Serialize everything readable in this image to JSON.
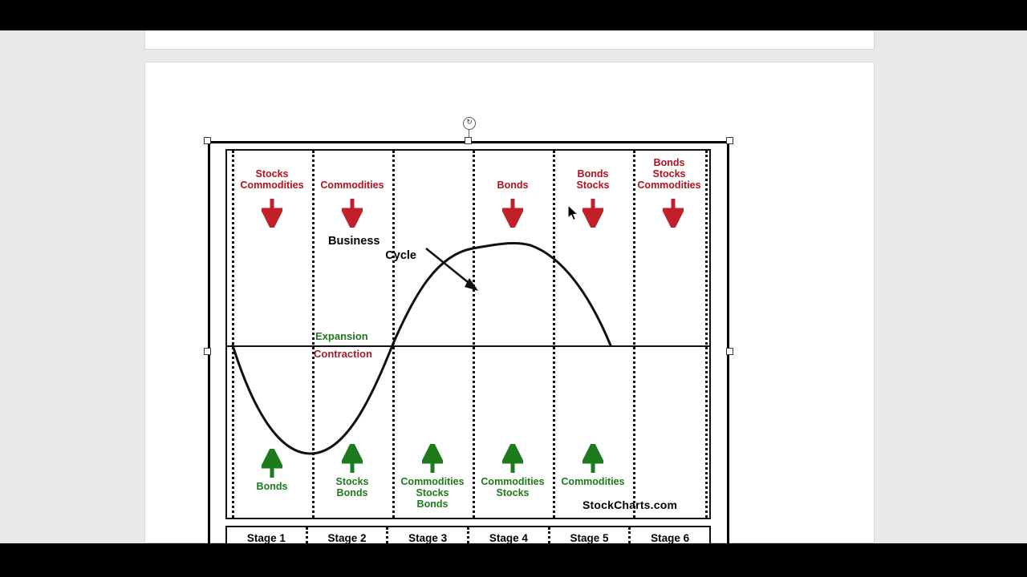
{
  "app": {
    "background_color": "#e9e9e9",
    "slide_background": "#ffffff"
  },
  "selection": {
    "rotate_handle_glyph": "↻",
    "handles": [
      "top-left",
      "top-center",
      "top-right",
      "middle-left",
      "middle-right"
    ]
  },
  "chart_data": {
    "type": "line",
    "title": "Business Cycle",
    "annotation": "Business\nCycle",
    "watermark": "StockCharts.com",
    "xlabel": "",
    "ylabel": "",
    "grid": false,
    "legend_position": "none",
    "zone_labels": {
      "above": "Expansion",
      "below": "Contraction"
    },
    "above_color": "#1d7a1d",
    "below_color": "#a8192a",
    "categories": [
      "Stage 1",
      "Stage 2",
      "Stage 3",
      "Stage 4",
      "Stage 5",
      "Stage 6"
    ],
    "x": [
      0,
      1,
      2,
      3,
      4,
      5,
      6
    ],
    "values": [
      0,
      -0.85,
      -1.0,
      0,
      0.85,
      1.0,
      0
    ],
    "series": [
      {
        "name": "Business Cycle",
        "values": [
          0,
          -0.85,
          -1.0,
          0,
          0.85,
          1.0,
          0
        ]
      }
    ],
    "ylim": [
      -1.2,
      1.2
    ],
    "columns": [
      {
        "stage": "Stage 1",
        "falling_label": "Stocks\nCommodities",
        "falling_items": [
          "Stocks",
          "Commodities"
        ],
        "rising_label": "Bonds",
        "rising_items": [
          "Bonds"
        ]
      },
      {
        "stage": "Stage 2",
        "falling_label": "Commodities",
        "falling_items": [
          "Commodities"
        ],
        "rising_label": "Stocks\nBonds",
        "rising_items": [
          "Stocks",
          "Bonds"
        ]
      },
      {
        "stage": "Stage 3",
        "falling_label": "",
        "falling_items": [],
        "rising_label": "Commodities\nStocks\nBonds",
        "rising_items": [
          "Commodities",
          "Stocks",
          "Bonds"
        ]
      },
      {
        "stage": "Stage 4",
        "falling_label": "Bonds",
        "falling_items": [
          "Bonds"
        ],
        "rising_label": "Commodities\nStocks",
        "rising_items": [
          "Commodities",
          "Stocks"
        ]
      },
      {
        "stage": "Stage 5",
        "falling_label": "Bonds\nStocks",
        "falling_items": [
          "Bonds",
          "Stocks"
        ],
        "rising_label": "Commodities",
        "rising_items": [
          "Commodities"
        ]
      },
      {
        "stage": "Stage 6",
        "falling_label": "Bonds\nStocks\nCommodities",
        "falling_items": [
          "Bonds",
          "Stocks",
          "Commodities"
        ],
        "rising_label": "",
        "rising_items": []
      }
    ],
    "colors": {
      "falling_arrow": "#c0202a",
      "rising_arrow": "#1d7a1d",
      "curve": "#111111",
      "divider": "#111111"
    }
  },
  "top": {
    "s1": "Stocks\nCommodities",
    "s2": "Commodities",
    "s3": "",
    "s4": "Bonds",
    "s5": "Bonds\nStocks",
    "s6": "Bonds\nStocks\nCommodities"
  },
  "bottom": {
    "s1": "Bonds",
    "s2": "Stocks\nBonds",
    "s3": "Commodities\nStocks\nBonds",
    "s4": "Commodities\nStocks",
    "s5": "Commodities",
    "s6": ""
  },
  "stages": {
    "s1": "Stage 1",
    "s2": "Stage 2",
    "s3": "Stage 3",
    "s4": "Stage 4",
    "s5": "Stage 5",
    "s6": "Stage 6"
  },
  "labels": {
    "business_cycle_line1": "Business",
    "business_cycle_line2": "Cycle",
    "expansion": "Expansion",
    "contraction": "Contraction",
    "watermark": "StockCharts.com"
  }
}
